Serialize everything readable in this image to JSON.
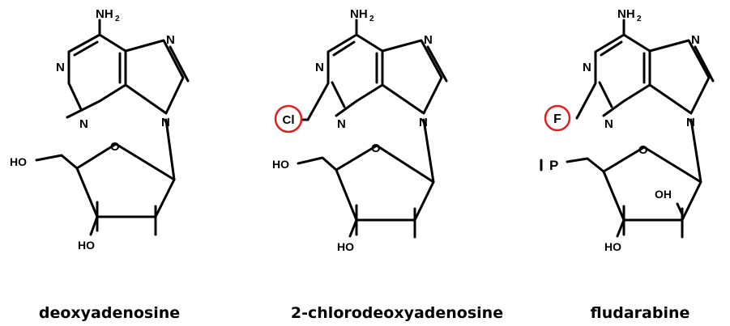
{
  "colors": {
    "ink": "#000000",
    "highlight": "#e02020",
    "background": "#ffffff"
  },
  "molecules": [
    {
      "name": "deoxyadenosine",
      "amine": "NH",
      "amine_sub": "2",
      "n1": "N",
      "n3": "N",
      "n7": "N",
      "n9": "N",
      "sugar_o": "O",
      "ho5": "HO",
      "ho3": "HO"
    },
    {
      "name": "2-chlorodeoxyadenosine",
      "amine": "NH",
      "amine_sub": "2",
      "n1": "N",
      "n3": "N",
      "n7": "N",
      "n9": "N",
      "sugar_o": "O",
      "ho5": "HO",
      "ho3": "HO",
      "substituent": "Cl"
    },
    {
      "name": "fludarabine",
      "amine": "NH",
      "amine_sub": "2",
      "n1": "N",
      "n3": "N",
      "n7": "N",
      "n9": "N",
      "sugar_o": "O",
      "p5": "P",
      "oh2": "OH",
      "ho3": "HO",
      "substituent": "F"
    }
  ]
}
